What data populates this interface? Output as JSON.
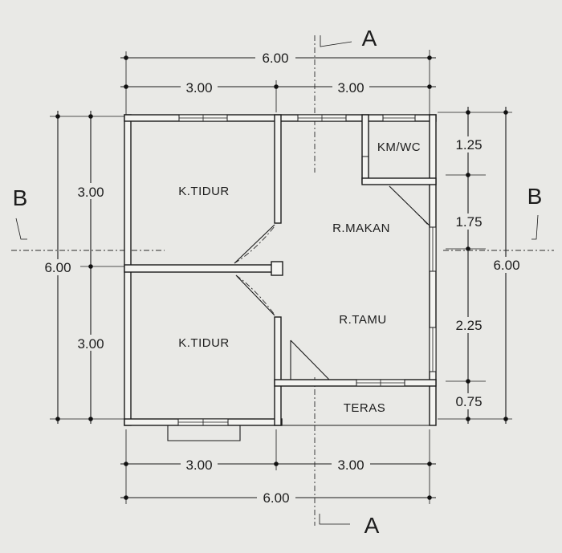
{
  "dimensions": {
    "top_total": "6.00",
    "top_left": "3.00",
    "top_right": "3.00",
    "bottom_left": "3.00",
    "bottom_right": "3.00",
    "bottom_total": "6.00",
    "left_upper": "3.00",
    "left_lower": "3.00",
    "left_total": "6.00",
    "right_1": "1.25",
    "right_2": "1.75",
    "right_3": "2.25",
    "right_4": "0.75",
    "right_total": "6.00"
  },
  "rooms": {
    "bedroom_top": "K.TIDUR",
    "bedroom_bottom": "K.TIDUR",
    "bathroom": "KM/WC",
    "dining": "R.MAKAN",
    "living": "R.TAMU",
    "terrace": "TERAS"
  },
  "section_marks": {
    "a_top": "A",
    "a_bottom": "A",
    "b_left": "B",
    "b_right": "B"
  }
}
